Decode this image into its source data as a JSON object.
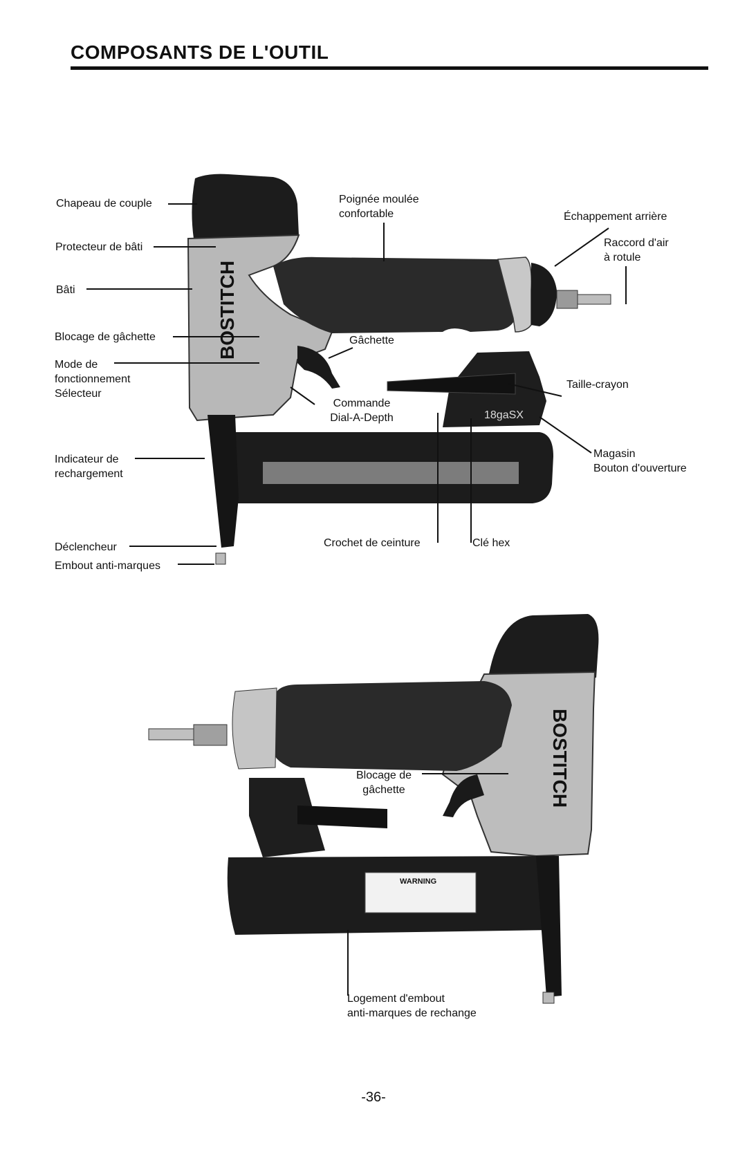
{
  "page": {
    "title": "COMPOSANTS DE L'OUTIL",
    "page_number": "-36-"
  },
  "figure1": {
    "labels": {
      "torque_cap": "Chapeau de couple",
      "frame_guard": "Protecteur de bâti",
      "frame": "Bâti",
      "trigger_lock": "Blocage de gâchette",
      "mode_selector": "Mode de\nfonctionnement\nSélecteur",
      "reload_indicator": "Indicateur de\nrechargement",
      "contact_trip": "Déclencheur",
      "no_mar_tip": "Embout anti-marques",
      "grip": "Poignée moulée\nconfortable",
      "trigger": "Gâchette",
      "depth_dial": "Commande\nDial-A-Depth",
      "belt_hook": "Crochet de ceinture",
      "hex_key": "Clé hex",
      "rear_exhaust": "Échappement arrière",
      "air_fitting": "Raccord d'air\nà rotule",
      "pencil_sharpener": "Taille-crayon",
      "magazine_release": "Magasin\nBouton d'ouverture"
    },
    "tool_text": {
      "brand": "BOSTITCH",
      "gauge_mark": "18gaSX"
    }
  },
  "figure2": {
    "labels": {
      "trigger_lock": "Blocage de\ngâchette",
      "spare_tip_storage": "Logement d'embout\nanti-marques de rechange"
    },
    "tool_text": {
      "brand": "BOSTITCH",
      "warning": "WARNING"
    }
  }
}
